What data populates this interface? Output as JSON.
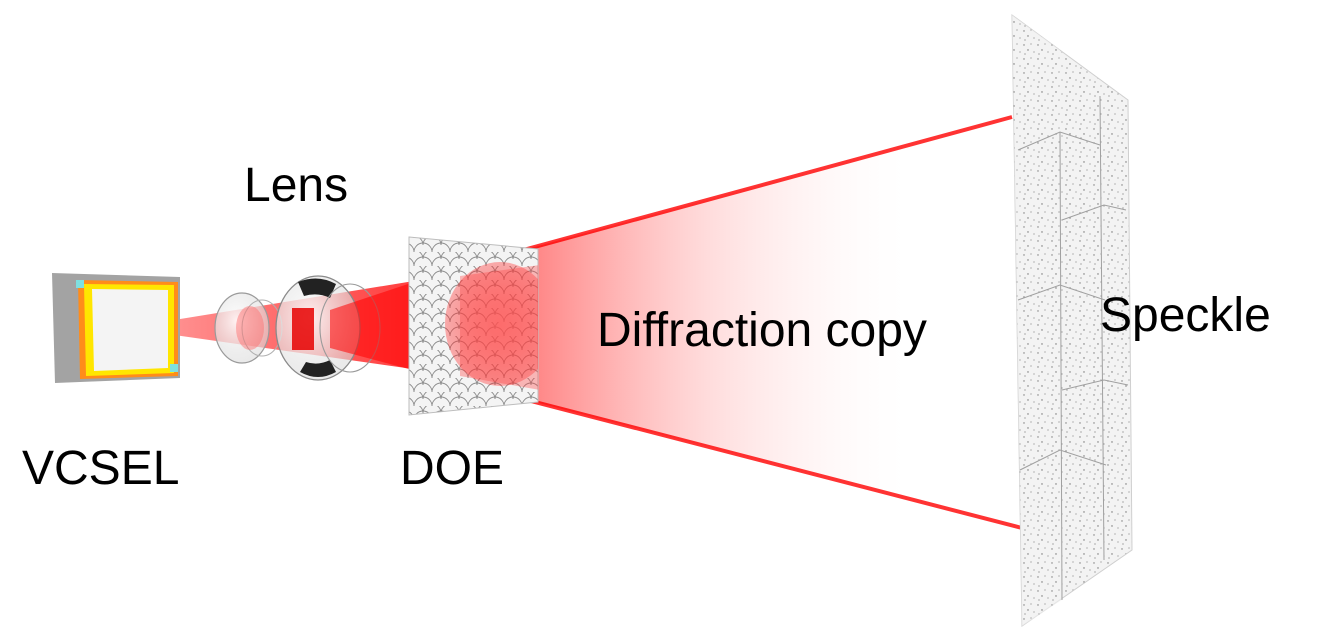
{
  "labels": {
    "vcsel": "VCSEL",
    "lens": "Lens",
    "doe": "DOE",
    "diffraction_copy": "Diffraction copy",
    "speckle": "Speckle"
  },
  "colors": {
    "beam": "#ff0000",
    "vcsel_frame": "#999999",
    "vcsel_orange": "#ff8c1a",
    "vcsel_yellow": "#ffe600",
    "vcsel_cyan": "#7fe0e0",
    "screen": "#f2f2f2"
  }
}
